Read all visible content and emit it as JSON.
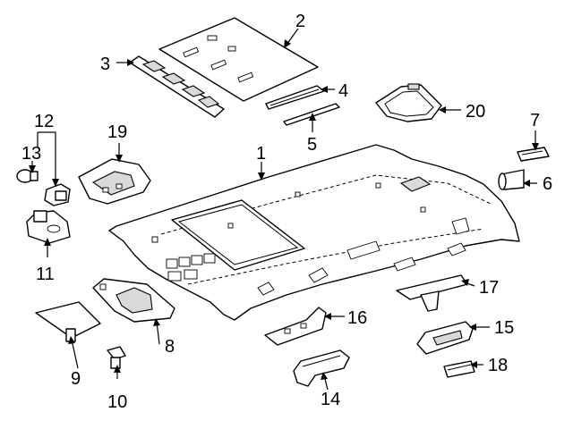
{
  "callouts": {
    "c1": "1",
    "c2": "2",
    "c3": "3",
    "c4": "4",
    "c5": "5",
    "c6": "6",
    "c7": "7",
    "c8": "8",
    "c9": "9",
    "c10": "10",
    "c11": "11",
    "c12": "12",
    "c13": "13",
    "c14": "14",
    "c15": "15",
    "c16": "16",
    "c17": "17",
    "c18": "18",
    "c19": "19",
    "c20": "20"
  },
  "colors": {
    "line": "#000000",
    "fill": "#ffffff",
    "shade": "#d9d9d9"
  }
}
